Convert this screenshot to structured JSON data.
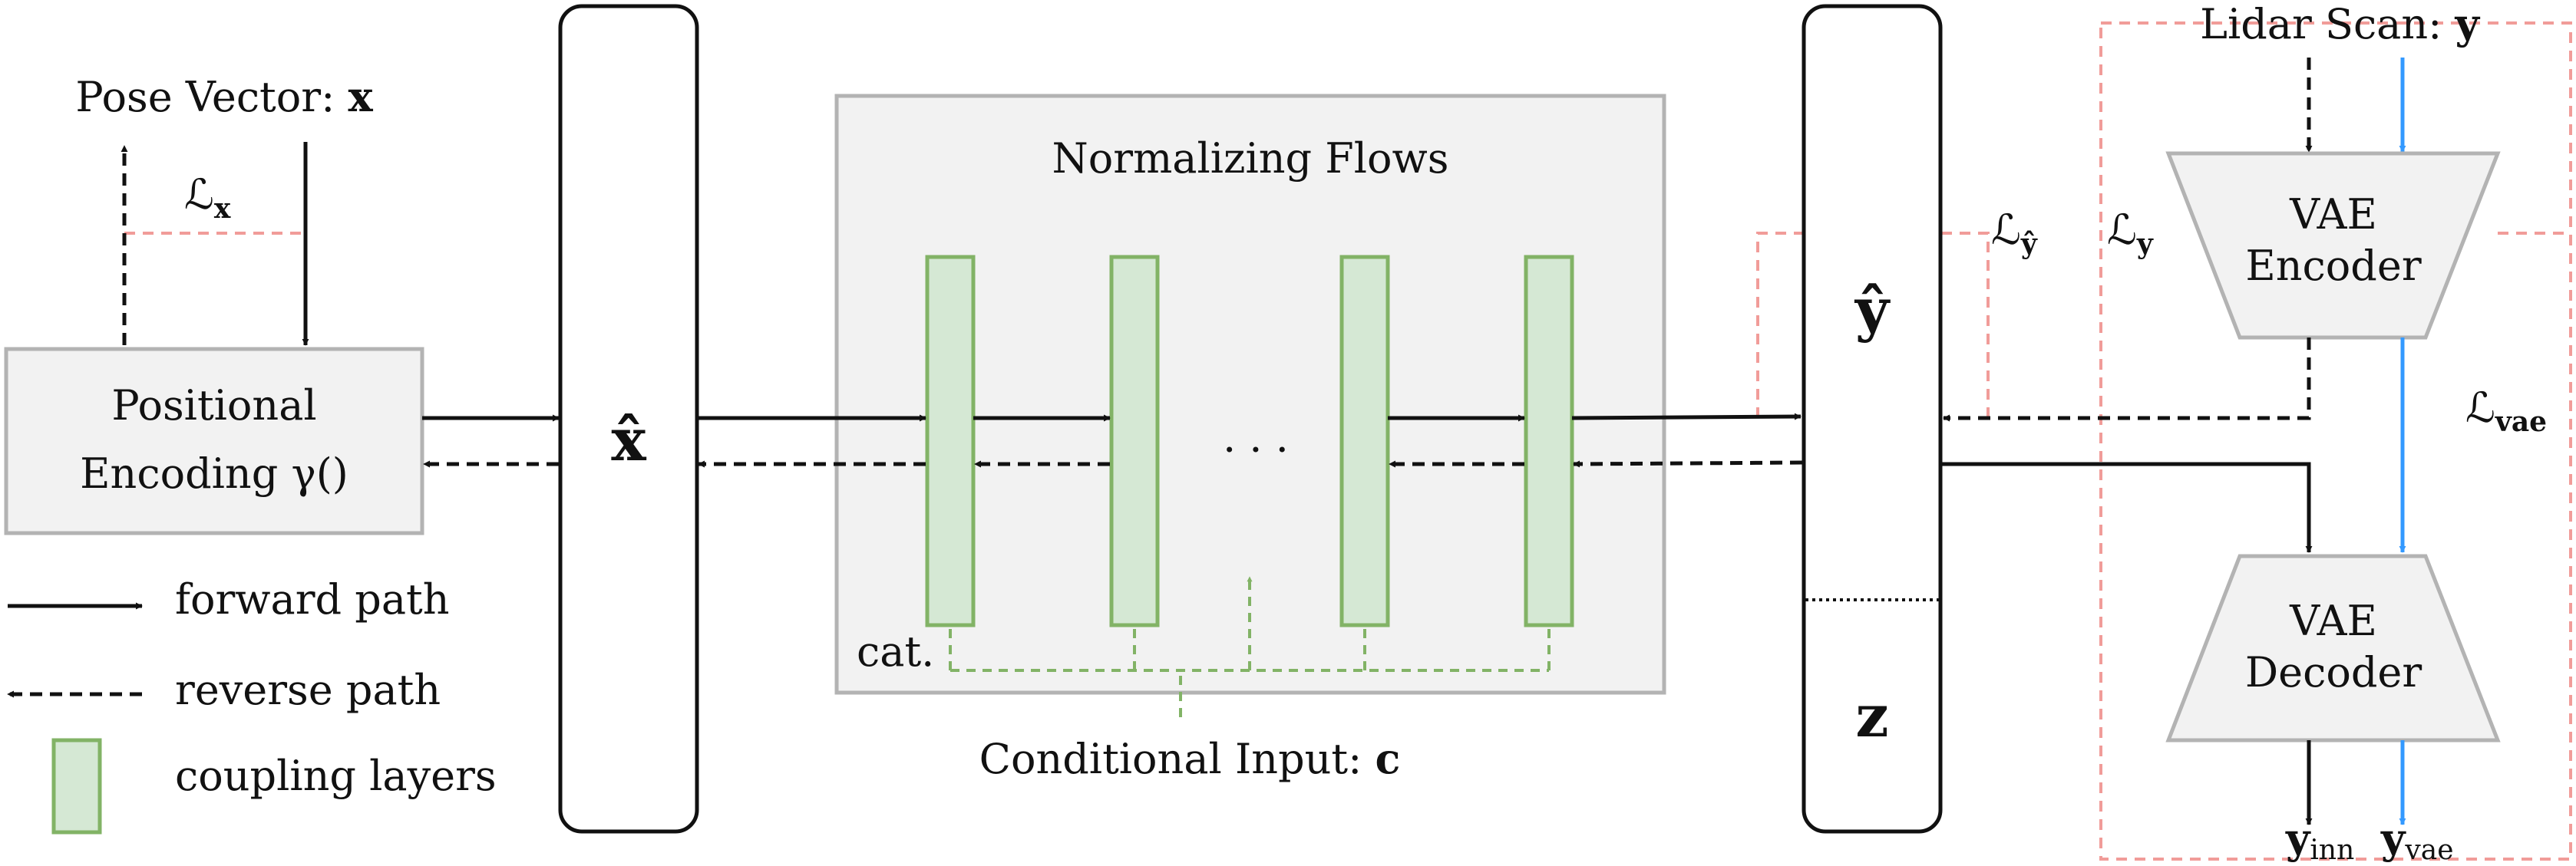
{
  "colors": {
    "panel_fill": "#f2f2f2",
    "panel_stroke": "#b3b3b3",
    "coupling_fill": "#d5e8d4",
    "coupling_stroke": "#82b366",
    "loss_dashed": "#f19c99",
    "conditional_dashed": "#82b366",
    "vae_path": "#3399ff",
    "line": "#111111"
  },
  "inputs": {
    "pose_vector_label": "Pose Vector: ",
    "pose_vector_symbol": "x",
    "lidar_scan_label": "Lidar Scan: ",
    "lidar_scan_symbol": "y",
    "conditional_label": "Conditional Input: ",
    "conditional_symbol": "c"
  },
  "blocks": {
    "positional_encoding_line1": "Positional",
    "positional_encoding_line2": "Encoding γ()",
    "x_hat": "x̂",
    "y_hat": "ŷ",
    "z": "z",
    "normalizing_flows_title": "Normalizing Flows",
    "flow_ellipsis": "· · ·",
    "concat_label": "cat.",
    "vae_encoder_line1": "VAE",
    "vae_encoder_line2": "Encoder",
    "vae_decoder_line1": "VAE",
    "vae_decoder_line2": "Decoder"
  },
  "losses": {
    "script_l": "ℒ",
    "loss_x_sub": "x",
    "loss_y_hat_sub": "ŷ",
    "loss_y_sub": "y",
    "loss_vae_sub": "vae"
  },
  "outputs": {
    "y_inn_base": "y",
    "y_inn_sub": "inn",
    "y_vae_base": "y",
    "y_vae_sub": "vae"
  },
  "legend": {
    "forward": "forward path",
    "reverse": "reverse path",
    "coupling": "coupling layers"
  }
}
